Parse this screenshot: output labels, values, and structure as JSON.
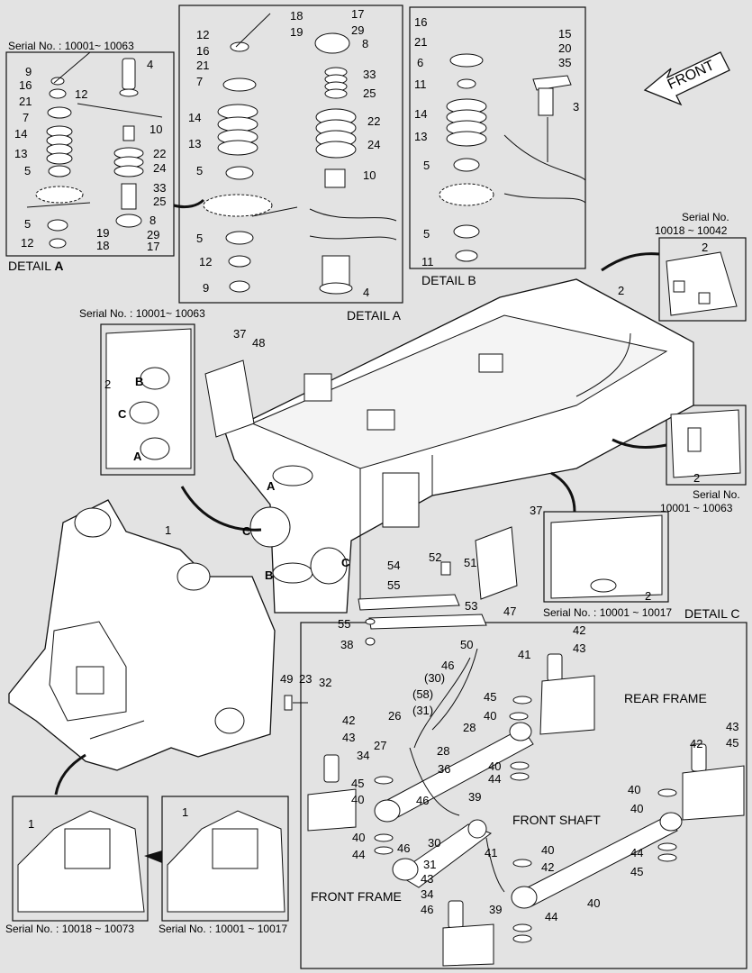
{
  "detail_a_left": {
    "serial": "Serial No. : 10001~ 10063",
    "caption_prefix": "DETAIL",
    "caption_letter": "A",
    "labels": [
      "9",
      "16",
      "21",
      "7",
      "14",
      "13",
      "5",
      "5",
      "12",
      "12",
      "4",
      "10",
      "22",
      "24",
      "33",
      "25",
      "8",
      "19",
      "18",
      "29",
      "17"
    ]
  },
  "detail_a_center": {
    "caption": "DETAIL A",
    "labels": [
      "12",
      "16",
      "21",
      "7",
      "14",
      "13",
      "5",
      "5",
      "12",
      "9",
      "18",
      "17",
      "19",
      "29",
      "8",
      "33",
      "25",
      "22",
      "24",
      "10",
      "4"
    ]
  },
  "detail_b": {
    "caption": "DETAIL B",
    "labels": [
      "16",
      "21",
      "6",
      "11",
      "14",
      "13",
      "5",
      "5",
      "11",
      "15",
      "20",
      "35",
      "3"
    ]
  },
  "front_arrow": "FRONT",
  "detail_top_right": {
    "serial_line1": "Serial No.",
    "serial_line2": "10018 ~ 10042",
    "label": "2"
  },
  "detail_mid_left": {
    "serial": "Serial No. : 10001~ 10063",
    "labels": [
      "2",
      "B",
      "C",
      "A"
    ]
  },
  "detail_right": {
    "label": "2",
    "serial_line1": "Serial No.",
    "serial_line2": "10001 ~ 10063"
  },
  "detail_c": {
    "label": "2",
    "serial": "Serial No. : 10001 ~ 10017",
    "caption": "DETAIL C"
  },
  "main_frame_labels": [
    "2",
    "37",
    "48",
    "A",
    "C",
    "B",
    "C",
    "37",
    "54",
    "55",
    "51",
    "52",
    "53",
    "47",
    "55",
    "38",
    "1"
  ],
  "small_parts_labels": [
    "49",
    "23",
    "32"
  ],
  "detail_bottom_left": {
    "label": "1",
    "serial": "Serial No. : 10018 ~ 10073"
  },
  "detail_bottom_mid": {
    "label": "1",
    "serial": "Serial No. : 10001 ~ 10017"
  },
  "steering": {
    "rear_frame": "REAR FRAME",
    "front_shaft": "FRONT SHAFT",
    "front_frame": "FRONT FRAME",
    "labels": [
      "50",
      "46",
      "(30)",
      "(58)",
      "(31)",
      "26",
      "28",
      "27",
      "28",
      "36",
      "39",
      "41",
      "42",
      "43",
      "45",
      "40",
      "40",
      "44",
      "42",
      "43",
      "34",
      "45",
      "40",
      "40",
      "44",
      "46",
      "46",
      "30",
      "31",
      "41",
      "42",
      "43",
      "45",
      "40",
      "40",
      "44",
      "45",
      "40",
      "42",
      "43",
      "34",
      "46",
      "39",
      "40",
      "44"
    ]
  }
}
